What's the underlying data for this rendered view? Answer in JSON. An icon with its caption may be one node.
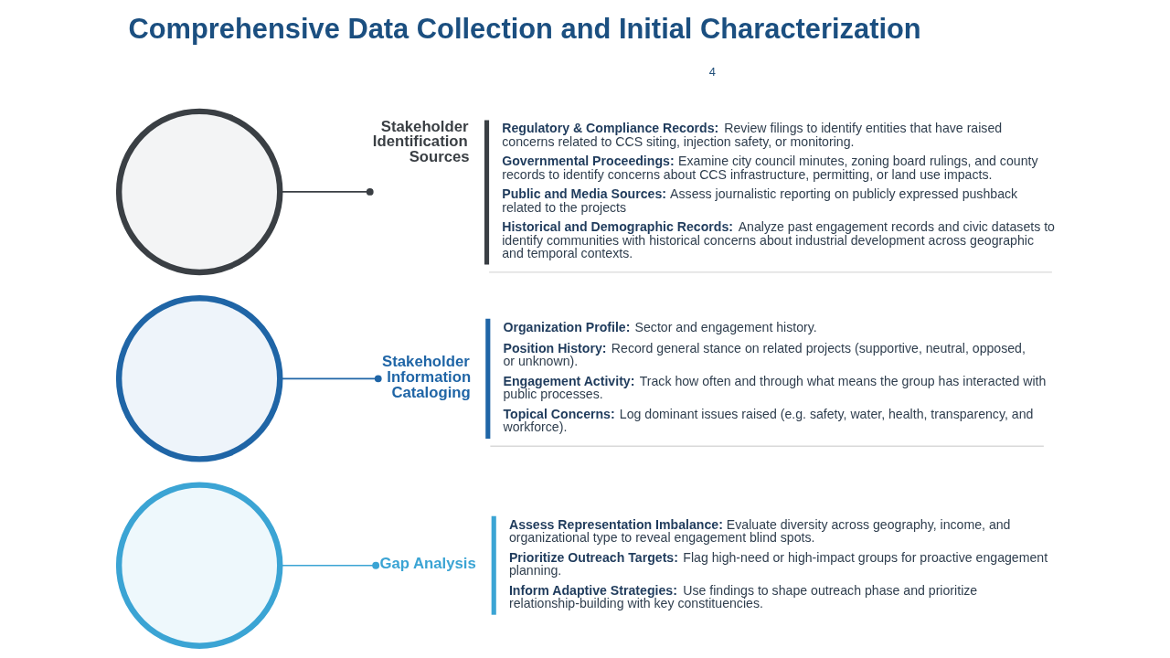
{
  "diagram": {
    "title": "Comprehensive Data Collection and Initial Characterization",
    "nodes": [
      {
        "text": [],
        "shape": "puzzle"
      },
      {
        "text": [],
        "shape": "puzzle"
      },
      {
        "text": [],
        "shape": "puzzle"
      },
      {
        "text": [
          "Stakeholder Identification Sources",
          "**Regulatory & Compliance Records:** Review filings to identify entities that have raised concerns related to CCS siting, injection safety, or monitoring.",
          "**Governmental Proceedings:** Examine city council minutes, zoning board rulings, and county records to identify concerns about CCS infrastructure, permitting, or land use impacts.",
          "**Public and Media Sources:** Assess journalistic reporting on publicly expressed pushback related to the projects",
          "**Historical and Demographic Records:** Analyze past engagement records and civic datasets to identify communities with historical concerns about industrial development across geographic and temporal contexts."
        ]
      },
      {
        "text": [
          "Stakeholder Information Cataloging",
          "**Organization Profile:** Sector and engagement history.",
          "**Position History:** Record general stance on related projects (supportive, neutral, opposed, or unknown).",
          "**Engagement Activity:** Track how often and through what means the group has interacted with public processes.",
          "**Topical Concerns:** Log dominant issues raised (e.g. safety, water, health, transparency, and workforce)."
        ]
      },
      {
        "text": [
          "Gap Analysis",
          "**Assess Representation Imbalance:** Evaluate diversity across geography, income, and organizational type to reveal engagement blind spots.",
          "**Prioritize Outreach Targets:** Flag high-need or high-impact groups for proactive engagement planning.",
          "**Inform Adaptive Strategies:** Use findings to shape outreach phase and prioritize relationship-building with key constituencies."
        ]
      }
    ],
    "edges": [
      {
        "from": 3,
        "to": 0,
        "arrow": "other",
        "color": "#3a3f44"
      },
      {
        "from": 4,
        "to": 1,
        "arrow": "other",
        "color": "#1f65a6"
      },
      {
        "from": 5,
        "to": 2,
        "arrow": "other",
        "color": "#3ba4d4"
      }
    ],
    "labels": [
      "4"
    ]
  }
}
